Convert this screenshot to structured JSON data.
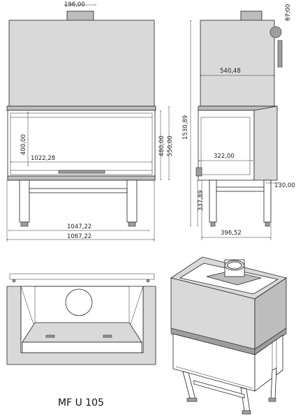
{
  "dimensions": {
    "flue_diameter": "196,00",
    "top_small": "67,00",
    "body_depth": "540,48",
    "total_height": "1530,89",
    "glass_height": "400,00",
    "glass_width": "1022,28",
    "opening_height": "480,00",
    "door_height": "550,00",
    "side_glass_depth": "322,00",
    "base_height": "337,89",
    "base_offset": "130,00",
    "width_inner": "1047,22",
    "width_total": "1067,22",
    "side_depth": "396,52"
  },
  "model_title": "MF U 105"
}
